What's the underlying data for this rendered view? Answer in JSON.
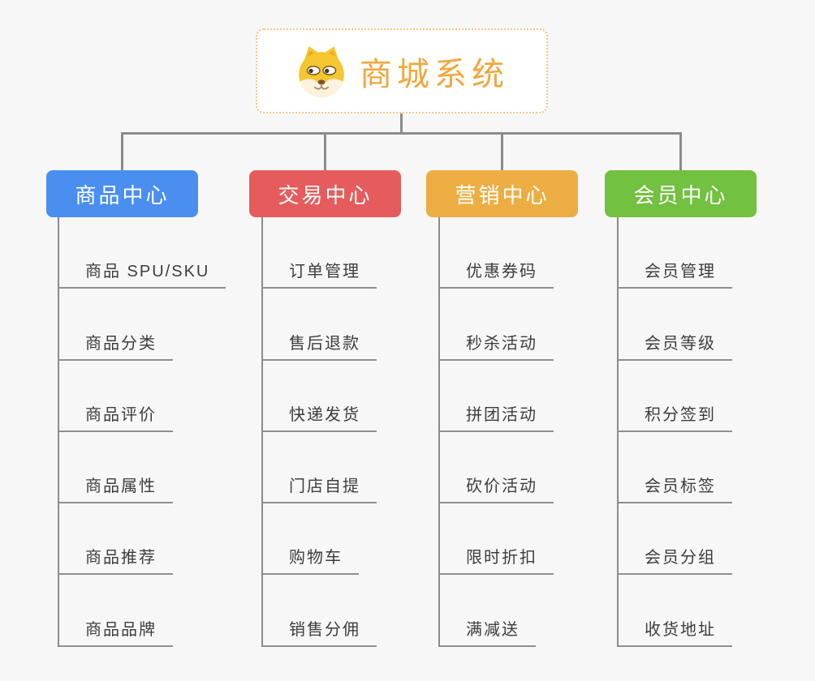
{
  "root": {
    "title": "商城系统",
    "icon": "shiba-dog-icon",
    "title_color": "#f1a73d",
    "border_color": "#f3c77d"
  },
  "connector_color": "#8c8c8c",
  "background_color": "#f7f7f7",
  "branches": [
    {
      "label": "商品中心",
      "color": "#4a8ff0",
      "items": [
        "商品 SPU/SKU",
        "商品分类",
        "商品评价",
        "商品属性",
        "商品推荐",
        "商品品牌"
      ]
    },
    {
      "label": "交易中心",
      "color": "#e65c5c",
      "items": [
        "订单管理",
        "售后退款",
        "快递发货",
        "门店自提",
        "购物车",
        "销售分佣"
      ]
    },
    {
      "label": "营销中心",
      "color": "#ecae43",
      "items": [
        "优惠券码",
        "秒杀活动",
        "拼团活动",
        "砍价活动",
        "限时折扣",
        "满减送"
      ]
    },
    {
      "label": "会员中心",
      "color": "#72c140",
      "items": [
        "会员管理",
        "会员等级",
        "积分签到",
        "会员标签",
        "会员分组",
        "收货地址"
      ]
    }
  ]
}
